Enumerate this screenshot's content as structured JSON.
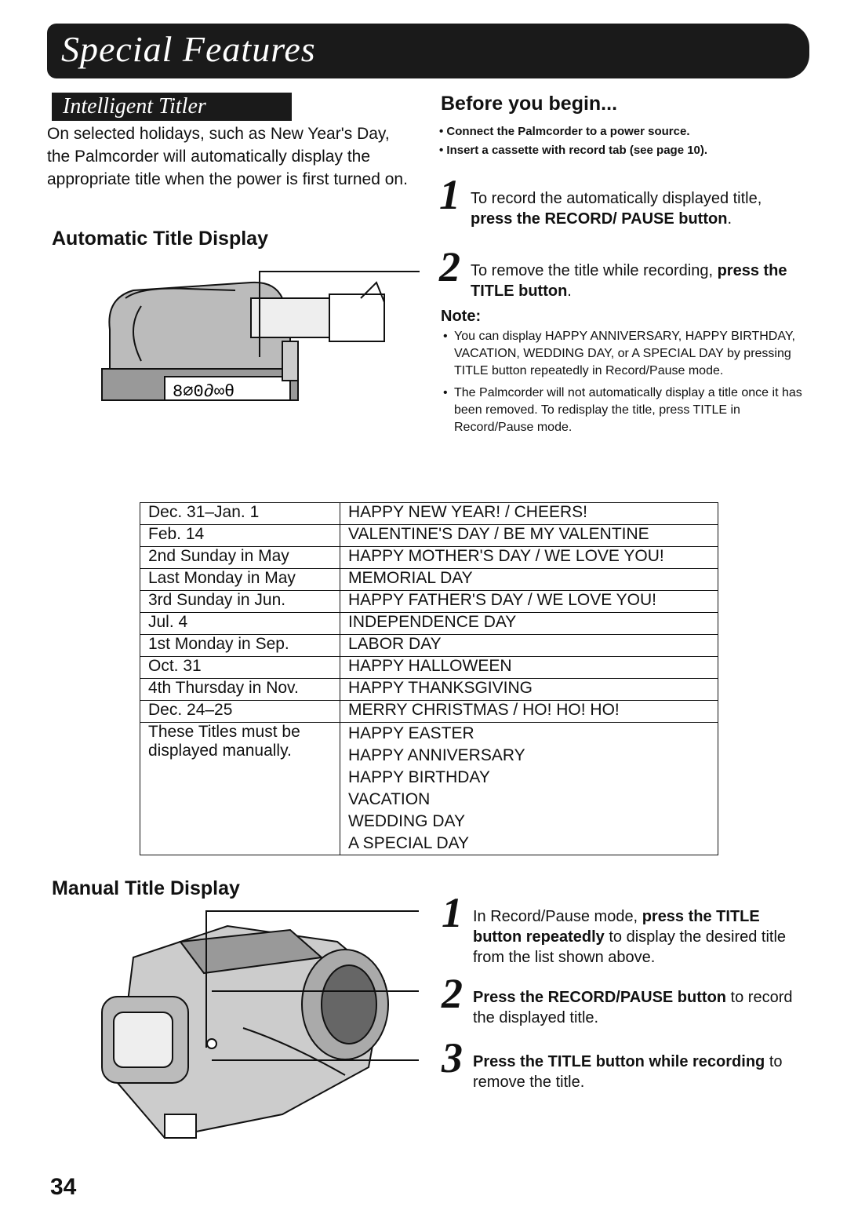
{
  "banner": {
    "title": "Special Features"
  },
  "titler": {
    "label": "Intelligent Titler",
    "intro": "On selected holidays, such as New Year's Day, the Palmcorder will automatically display the appropriate title when the power is first turned on."
  },
  "auto_heading": "Automatic Title Display",
  "before": {
    "heading": "Before you begin...",
    "items": [
      "Connect the Palmcorder to a power source.",
      "Insert a cassette with record tab (see page 10)."
    ]
  },
  "auto_steps": [
    {
      "num": "1",
      "pre": "To record the automatically displayed title, ",
      "bold": "press the RECORD/ PAUSE button",
      "post": "."
    },
    {
      "num": "2",
      "pre": "To remove the title while recording, ",
      "bold": "press the TITLE button",
      "post": "."
    }
  ],
  "note": {
    "heading": "Note:",
    "items": [
      "You can display HAPPY ANNIVERSARY, HAPPY BIRTHDAY, VACATION, WEDDING DAY, or A SPECIAL DAY by pressing TITLE button repeatedly in Record/Pause mode.",
      "The Palmcorder will not automatically display a title once it has been removed. To redisplay the title, press TITLE in Record/Pause mode."
    ]
  },
  "title_table": {
    "rows": [
      {
        "date": "Dec. 31–Jan. 1",
        "title": "HAPPY NEW YEAR! / CHEERS!"
      },
      {
        "date": "Feb. 14",
        "title": "VALENTINE'S DAY / BE MY VALENTINE"
      },
      {
        "date": "2nd Sunday in May",
        "title": "HAPPY MOTHER'S DAY / WE LOVE YOU!"
      },
      {
        "date": "Last Monday in May",
        "title": "MEMORIAL DAY"
      },
      {
        "date": "3rd Sunday in Jun.",
        "title": "HAPPY FATHER'S DAY / WE LOVE YOU!"
      },
      {
        "date": "Jul. 4",
        "title": "INDEPENDENCE DAY"
      },
      {
        "date": "1st Monday in Sep.",
        "title": "LABOR DAY"
      },
      {
        "date": "Oct. 31",
        "title": "HAPPY HALLOWEEN"
      },
      {
        "date": "4th Thursday in Nov.",
        "title": "HAPPY THANKSGIVING"
      },
      {
        "date": "Dec. 24–25",
        "title": "MERRY CHRISTMAS / HO! HO! HO!"
      }
    ],
    "manual_label": "These Titles must be displayed manually.",
    "manual_titles": [
      "HAPPY EASTER",
      "HAPPY ANNIVERSARY",
      "HAPPY BIRTHDAY",
      "VACATION",
      "WEDDING DAY",
      "A SPECIAL DAY"
    ]
  },
  "manual_heading": "Manual Title Display",
  "manual_steps": [
    {
      "num": "1",
      "pre": "In Record/Pause mode, ",
      "bold": "press the TITLE button repeatedly",
      "post": " to display the desired title from the list shown above."
    },
    {
      "num": "2",
      "pre": "",
      "bold": "Press the RECORD/PAUSE button",
      "post": " to record the displayed title."
    },
    {
      "num": "3",
      "pre": "",
      "bold": "Press the TITLE button while recording",
      "post": " to remove the title."
    }
  ],
  "page_number": "34",
  "display_readout": "8∅0∂∞θ"
}
